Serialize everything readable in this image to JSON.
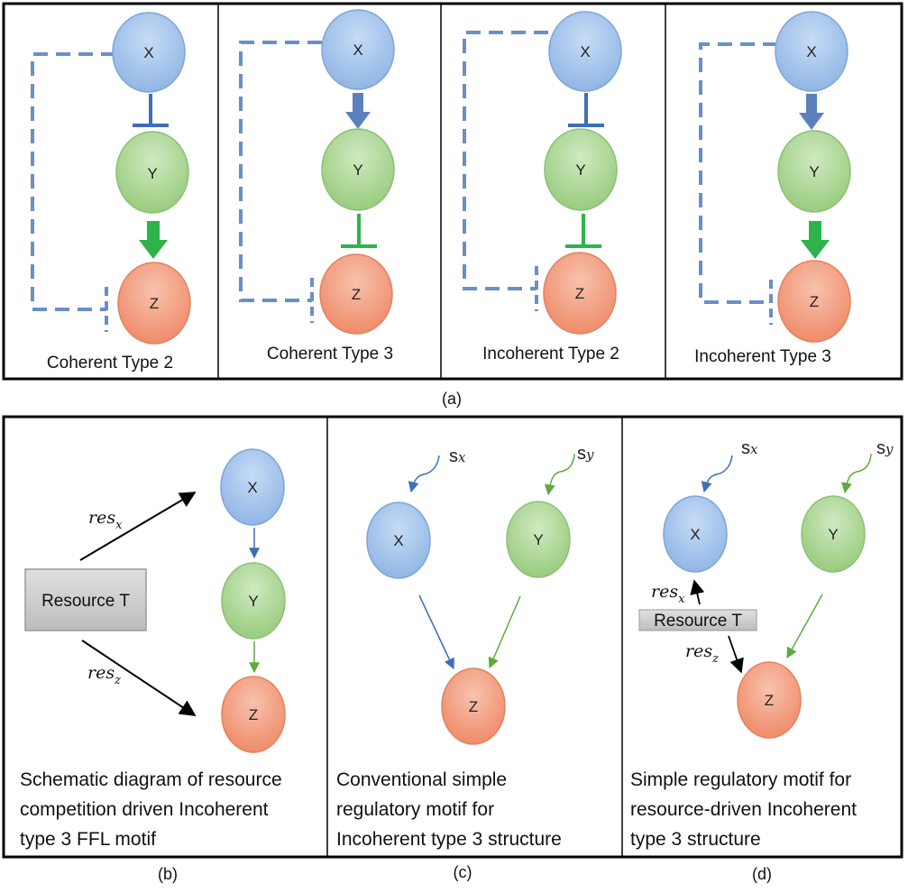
{
  "panel_a": {
    "label": "(a)",
    "motifs": [
      {
        "caption": "Coherent Type 2",
        "node_x": "X",
        "node_y": "Y",
        "node_z": "Z"
      },
      {
        "caption": "Coherent Type 3",
        "node_x": "X",
        "node_y": "Y",
        "node_z": "Z"
      },
      {
        "caption": "Incoherent Type 2",
        "node_x": "X",
        "node_y": "Y",
        "node_z": "Z"
      },
      {
        "caption": "Incoherent Type 3",
        "node_x": "X",
        "node_y": "Y",
        "node_z": "Z"
      }
    ]
  },
  "panel_b": {
    "label": "(b)",
    "resource_box": "Resource T",
    "res_x": {
      "base": "res",
      "sub": "x"
    },
    "res_z": {
      "base": "res",
      "sub": "z"
    },
    "node_x": "X",
    "node_y": "Y",
    "node_z": "Z",
    "caption_lines": [
      "Schematic diagram of resource",
      "competition driven Incoherent",
      "type 3 FFL motif"
    ]
  },
  "panel_c": {
    "label": "(c)",
    "signal_x": {
      "base": "s",
      "sub": "x"
    },
    "signal_y": {
      "base": "s",
      "sub": "y"
    },
    "node_x": "X",
    "node_y": "Y",
    "node_z": "Z",
    "caption_lines": [
      "Conventional simple",
      "regulatory motif for",
      "Incoherent type 3 structure"
    ]
  },
  "panel_d": {
    "label": "(d)",
    "signal_x": {
      "base": "s",
      "sub": "x"
    },
    "signal_y": {
      "base": "s",
      "sub": "y"
    },
    "resource_box": "Resource T",
    "res_x": {
      "base": "res",
      "sub": "x"
    },
    "res_z": {
      "base": "res",
      "sub": "z"
    },
    "node_x": "X",
    "node_y": "Y",
    "node_z": "Z",
    "caption_lines": [
      "Simple regulatory motif for",
      "resource-driven Incoherent",
      "type 3 structure"
    ]
  },
  "colors": {
    "blue_node": "#9dc0ea",
    "green_node": "#a8d58f",
    "orange_node": "#f19b7c",
    "blue_edge": "#5b80bd",
    "green_edge": "#3aaa46",
    "dashed_edge": "#6a8fc4",
    "resource_box": "#c9c9c9"
  }
}
